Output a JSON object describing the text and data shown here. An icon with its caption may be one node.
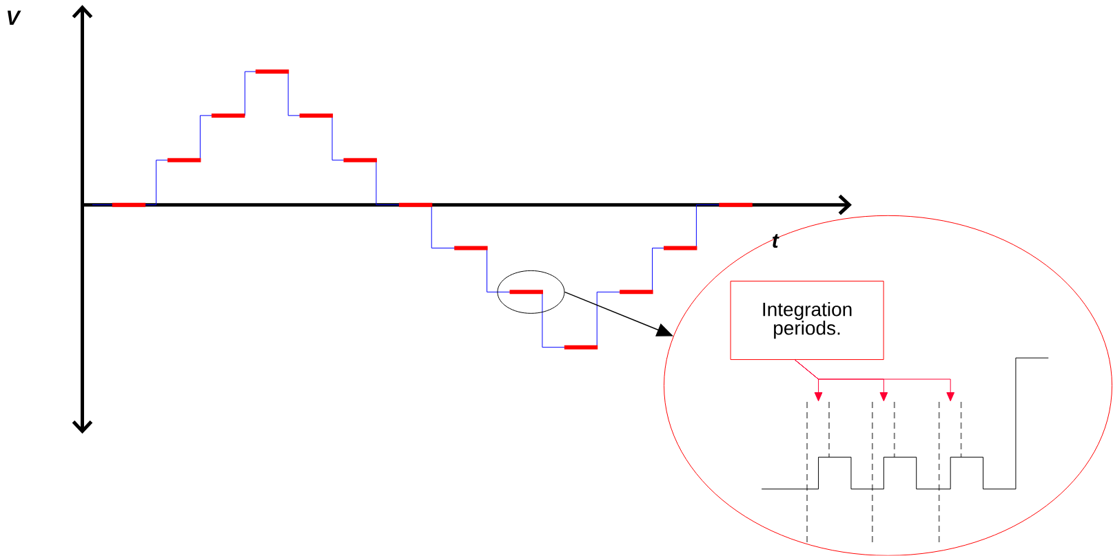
{
  "diagram": {
    "nodes": [
      {
        "text": [],
        "shape": "circle"
      },
      {
        "text": [],
        "shape": "circle"
      },
      {
        "text": [
          "Integration periods."
        ],
        "in": 1
      }
    ],
    "edges": [
      {
        "from": 0,
        "to": 1,
        "arrow": "to",
        "color": "#000000"
      },
      {
        "from": 2,
        "to": null,
        "arrow": "to",
        "color": "#ff0033"
      },
      {
        "from": 2,
        "to": null,
        "arrow": "to",
        "color": "#ff0033"
      },
      {
        "from": 2,
        "to": null,
        "arrow": "to",
        "color": "#ff0033"
      }
    ],
    "labels": [
      "V",
      "t"
    ]
  }
}
